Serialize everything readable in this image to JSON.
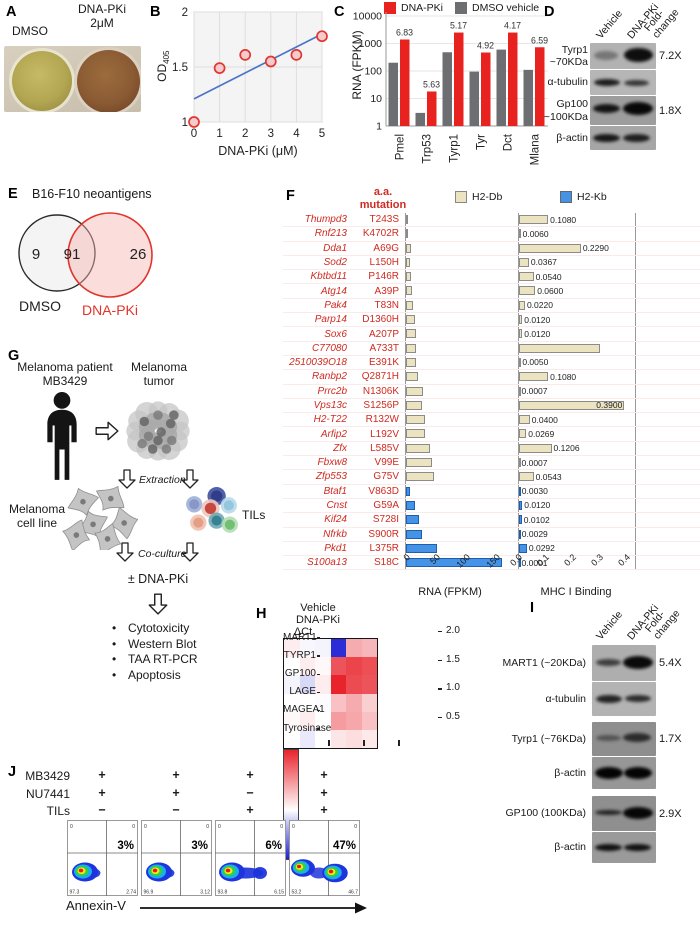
{
  "panelA": {
    "label": "A",
    "left_dish": "DMSO",
    "right_dish_line1": "DNA-PKi",
    "right_dish_line2": "2μM",
    "left_color": "#b2a652",
    "right_color": "#8a5a33"
  },
  "panelB": {
    "label": "B",
    "chart_data": {
      "type": "scatter",
      "x": [
        0,
        1,
        2,
        3,
        4,
        5
      ],
      "y": [
        1.0,
        1.49,
        1.61,
        1.55,
        1.61,
        1.78
      ],
      "trendline": {
        "x0": 0,
        "y0": 1.21,
        "x1": 5,
        "y1": 1.8
      },
      "xlabel": "DNA-PKi (μM)",
      "ylabel_base": "OD",
      "ylabel_sub": "405",
      "xticks": [
        "0",
        "1",
        "2",
        "3",
        "4",
        "5"
      ],
      "yticks": [
        "1",
        "1.5",
        "2"
      ],
      "xlim": [
        0,
        5
      ],
      "ylim": [
        1,
        2
      ],
      "point_color": "#dd3832",
      "line_color": "#4b74c9"
    }
  },
  "panelC": {
    "label": "C",
    "legend": [
      {
        "label": "DNA-PKi",
        "color": "#e8231f"
      },
      {
        "label": "DMSO vehicle",
        "color": "#6d6e71"
      }
    ],
    "chart_data": {
      "type": "bar",
      "scale": "log",
      "ylabel": "RNA (FPKM)",
      "categories": [
        "Pmel",
        "Trp53",
        "Tyrp1",
        "Tyr",
        "Dct",
        "Mlana"
      ],
      "series": [
        {
          "name": "DMSO vehicle",
          "color": "#6d6e71",
          "values": [
            200,
            3,
            480,
            95,
            600,
            110
          ]
        },
        {
          "name": "DNA-PKi",
          "color": "#e8231f",
          "values": [
            1400,
            18,
            2500,
            470,
            2500,
            730
          ]
        }
      ],
      "fold_labels": [
        "6.83",
        "5.63",
        "5.17",
        "4.92",
        "4.17",
        "6.59"
      ],
      "yticks": [
        1,
        10,
        100,
        1000,
        10000
      ],
      "ylim": [
        1,
        10000
      ]
    }
  },
  "panelD": {
    "label": "D",
    "col_headers": [
      "Vehicle",
      "DNA-PKi",
      "Fold-change"
    ],
    "rows": [
      {
        "name": "Tyrp1",
        "name2": "~70KDa",
        "fold": "7.2X"
      },
      {
        "name": "α-tubulin",
        "name2": "",
        "fold": ""
      },
      {
        "name": "Gp100",
        "name2": "~100KDa",
        "fold": "1.8X"
      },
      {
        "name": "β-actin",
        "name2": "",
        "fold": ""
      }
    ]
  },
  "panelE": {
    "label": "E",
    "title": "B16-F10 neoantigens",
    "left_count": "9",
    "overlap_count": "91",
    "right_count": "26",
    "left_label": "DMSO",
    "right_label": "DNA-PKi",
    "accent": "#df352b"
  },
  "panelF": {
    "label": "F",
    "header_line1": "a.a.",
    "header_line2": "mutation",
    "legend": [
      {
        "label": "H2-Db",
        "color": "#ece3c1"
      },
      {
        "label": "H2-Kb",
        "color": "#4493e6"
      }
    ],
    "chart_data": {
      "type": "bar-horizontal-paired",
      "xlabel_left": "RNA (FPKM)",
      "xlabel_right": "MHC I Binding",
      "xticks_left": [
        0,
        50,
        100,
        150
      ],
      "xticks_right": [
        "0.0",
        "0.1",
        "0.2",
        "0.3",
        "0.4"
      ],
      "xlim_left": [
        0,
        166
      ],
      "xlim_right": [
        0,
        0.43
      ],
      "rows": [
        {
          "gene": "Thumpd3",
          "mutation": "T243S",
          "rna_fpkm": 2,
          "mhc_binding": 0.108,
          "mhc_label": "0.1080",
          "allele": "H2-Db"
        },
        {
          "gene": "Rnf213",
          "mutation": "K4702R",
          "rna_fpkm": 3,
          "mhc_binding": 0.006,
          "mhc_label": "0.0060",
          "allele": "H2-Db"
        },
        {
          "gene": "Dda1",
          "mutation": "A69G",
          "rna_fpkm": 8,
          "mhc_binding": 0.229,
          "mhc_label": "0.2290",
          "allele": "H2-Db"
        },
        {
          "gene": "Sod2",
          "mutation": "L150H",
          "rna_fpkm": 7,
          "mhc_binding": 0.0367,
          "mhc_label": "0.0367",
          "allele": "H2-Db"
        },
        {
          "gene": "Kbtbd11",
          "mutation": "P146R",
          "rna_fpkm": 8,
          "mhc_binding": 0.054,
          "mhc_label": "0.0540",
          "allele": "H2-Db"
        },
        {
          "gene": "Atg14",
          "mutation": "A39P",
          "rna_fpkm": 10,
          "mhc_binding": 0.06,
          "mhc_label": "0.0600",
          "allele": "H2-Db"
        },
        {
          "gene": "Pak4",
          "mutation": "T83N",
          "rna_fpkm": 12,
          "mhc_binding": 0.022,
          "mhc_label": "0.0220",
          "allele": "H2-Db"
        },
        {
          "gene": "Parp14",
          "mutation": "D1360H",
          "rna_fpkm": 15,
          "mhc_binding": 0.012,
          "mhc_label": "0.0120",
          "allele": "H2-Db"
        },
        {
          "gene": "Sox6",
          "mutation": "A207P",
          "rna_fpkm": 17,
          "mhc_binding": 0.012,
          "mhc_label": "0.0120",
          "allele": "H2-Db"
        },
        {
          "gene": "C77080",
          "mutation": "A733T",
          "rna_fpkm": 17,
          "mhc_binding": 0.3,
          "mhc_label": "",
          "allele": "H2-Db"
        },
        {
          "gene": "2510039O18",
          "mutation": "E391K",
          "rna_fpkm": 17,
          "mhc_binding": 0.005,
          "mhc_label": "0.0050",
          "allele": "H2-Db"
        },
        {
          "gene": "Ranbp2",
          "mutation": "Q2871H",
          "rna_fpkm": 20,
          "mhc_binding": 0.108,
          "mhc_label": "0.1080",
          "allele": "H2-Db"
        },
        {
          "gene": "Prrc2b",
          "mutation": "N1306K",
          "rna_fpkm": 28,
          "mhc_binding": 0.0007,
          "mhc_label": "0.0007",
          "allele": "H2-Db"
        },
        {
          "gene": "Vps13c",
          "mutation": "S1256P",
          "rna_fpkm": 27,
          "mhc_binding": 0.39,
          "mhc_label": "0.3900",
          "allele": "H2-Db"
        },
        {
          "gene": "H2-T22",
          "mutation": "R132W",
          "rna_fpkm": 32,
          "mhc_binding": 0.04,
          "mhc_label": "0.0400",
          "allele": "H2-Db"
        },
        {
          "gene": "Arfip2",
          "mutation": "L192V",
          "rna_fpkm": 32,
          "mhc_binding": 0.0269,
          "mhc_label": "0.0269",
          "allele": "H2-Db"
        },
        {
          "gene": "Zfx",
          "mutation": "L585V",
          "rna_fpkm": 40,
          "mhc_binding": 0.1206,
          "mhc_label": "0.1206",
          "allele": "H2-Db"
        },
        {
          "gene": "Fbxw8",
          "mutation": "V99E",
          "rna_fpkm": 44,
          "mhc_binding": 0.0007,
          "mhc_label": "0.0007",
          "allele": "H2-Db"
        },
        {
          "gene": "Zfp553",
          "mutation": "G75V",
          "rna_fpkm": 47,
          "mhc_binding": 0.0543,
          "mhc_label": "0.0543",
          "allele": "H2-Db"
        },
        {
          "gene": "Btaf1",
          "mutation": "V863D",
          "rna_fpkm": 6,
          "mhc_binding": 0.003,
          "mhc_label": "0.0030",
          "allele": "H2-Kb"
        },
        {
          "gene": "Cnst",
          "mutation": "G59A",
          "rna_fpkm": 15,
          "mhc_binding": 0.012,
          "mhc_label": "0.0120",
          "allele": "H2-Kb"
        },
        {
          "gene": "Kif24",
          "mutation": "S728I",
          "rna_fpkm": 21,
          "mhc_binding": 0.0102,
          "mhc_label": "0.0102",
          "allele": "H2-Kb"
        },
        {
          "gene": "Nfrkb",
          "mutation": "S900R",
          "rna_fpkm": 27,
          "mhc_binding": 0.0029,
          "mhc_label": "0.0029",
          "allele": "H2-Kb"
        },
        {
          "gene": "Pkd1",
          "mutation": "L375R",
          "rna_fpkm": 52,
          "mhc_binding": 0.0292,
          "mhc_label": "0.0292",
          "allele": "H2-Kb"
        },
        {
          "gene": "S100a13",
          "mutation": "S18C",
          "rna_fpkm": 160,
          "mhc_binding": 0.0001,
          "mhc_label": "0.0001",
          "allele": "H2-Kb"
        }
      ]
    }
  },
  "panelG": {
    "label": "G",
    "patient_line1": "Melanoma patient",
    "patient_line2": "MB3429",
    "tumor_line1": "Melanoma",
    "tumor_line2": "tumor",
    "extraction": "Extraction",
    "cellline_line1": "Melanoma",
    "cellline_line2": "cell line",
    "tils": "TILs",
    "coculture": "Co-culture",
    "treatment": "± DNA-PKi",
    "bullets": [
      "Cytotoxicity",
      "Western Blot",
      "TAA RT-PCR",
      "Apoptosis"
    ]
  },
  "panelH": {
    "label": "H",
    "col_groups": [
      "Vehicle",
      "DNA-PKi"
    ],
    "scale_label": "ΔCt",
    "scale_ticks": [
      "2.0",
      "1.5",
      "1.0",
      "0.5"
    ],
    "chart_data": {
      "type": "heatmap",
      "rows": [
        "MART1",
        "TYRP1",
        "GP100",
        "LAGE",
        "MAGEA1",
        "Tyrosinase"
      ],
      "columns": [
        "Vehicle 1",
        "Vehicle 2",
        "Vehicle 3",
        "DNA-PKi 1",
        "DNA-PKi 2",
        "DNA-PKi 3"
      ],
      "vmin": 0.2,
      "vmax": 2.0,
      "values": [
        [
          1.08,
          0.97,
          0.96,
          0.25,
          1.38,
          1.33
        ],
        [
          1.0,
          1.08,
          1.03,
          1.78,
          1.85,
          1.8
        ],
        [
          0.96,
          0.86,
          1.08,
          2.0,
          1.82,
          1.78
        ],
        [
          1.0,
          1.0,
          0.99,
          1.28,
          1.38,
          1.22
        ],
        [
          1.03,
          1.08,
          1.0,
          1.45,
          1.4,
          1.28
        ],
        [
          1.0,
          0.92,
          1.0,
          1.12,
          1.15,
          1.1
        ]
      ]
    }
  },
  "panelI": {
    "label": "I",
    "col_headers": [
      "Vehicle",
      "DNA-PKi",
      "Fold-change"
    ],
    "rows": [
      {
        "name": "MART1 (~20KDa)",
        "fold": "5.4X"
      },
      {
        "name": "α-tubulin",
        "fold": ""
      },
      {
        "name": "Tyrp1 (~76KDa)",
        "fold": "1.7X"
      },
      {
        "name": "β-actin",
        "fold": ""
      },
      {
        "name": "GP100 (100KDa)",
        "fold": "2.9X"
      },
      {
        "name": "β-actin",
        "fold": ""
      }
    ]
  },
  "panelJ": {
    "label": "J",
    "xlabel": "Annexin-V",
    "conditions": {
      "rows": [
        {
          "name": "MB3429",
          "signs": [
            "+",
            "+",
            "+",
            "+"
          ]
        },
        {
          "name": "NU7441",
          "signs": [
            "+",
            "+",
            "-",
            "+"
          ]
        },
        {
          "name": "TILs",
          "signs": [
            "-",
            "-",
            "+",
            "+"
          ]
        }
      ]
    },
    "plots": [
      {
        "pct": "3%",
        "tl": "0",
        "tr": "0",
        "bl": "97.3",
        "br": "2.74",
        "shape": "single"
      },
      {
        "pct": "3%",
        "tl": "0",
        "tr": "0",
        "bl": "96.9",
        "br": "3.12",
        "shape": "single"
      },
      {
        "pct": "6%",
        "tl": "0",
        "tr": "0",
        "bl": "93.8",
        "br": "6.15",
        "shape": "single-tail"
      },
      {
        "pct": "47%",
        "tl": "0",
        "tr": "0",
        "bl": "53.2",
        "br": "46.7",
        "shape": "double"
      }
    ]
  }
}
